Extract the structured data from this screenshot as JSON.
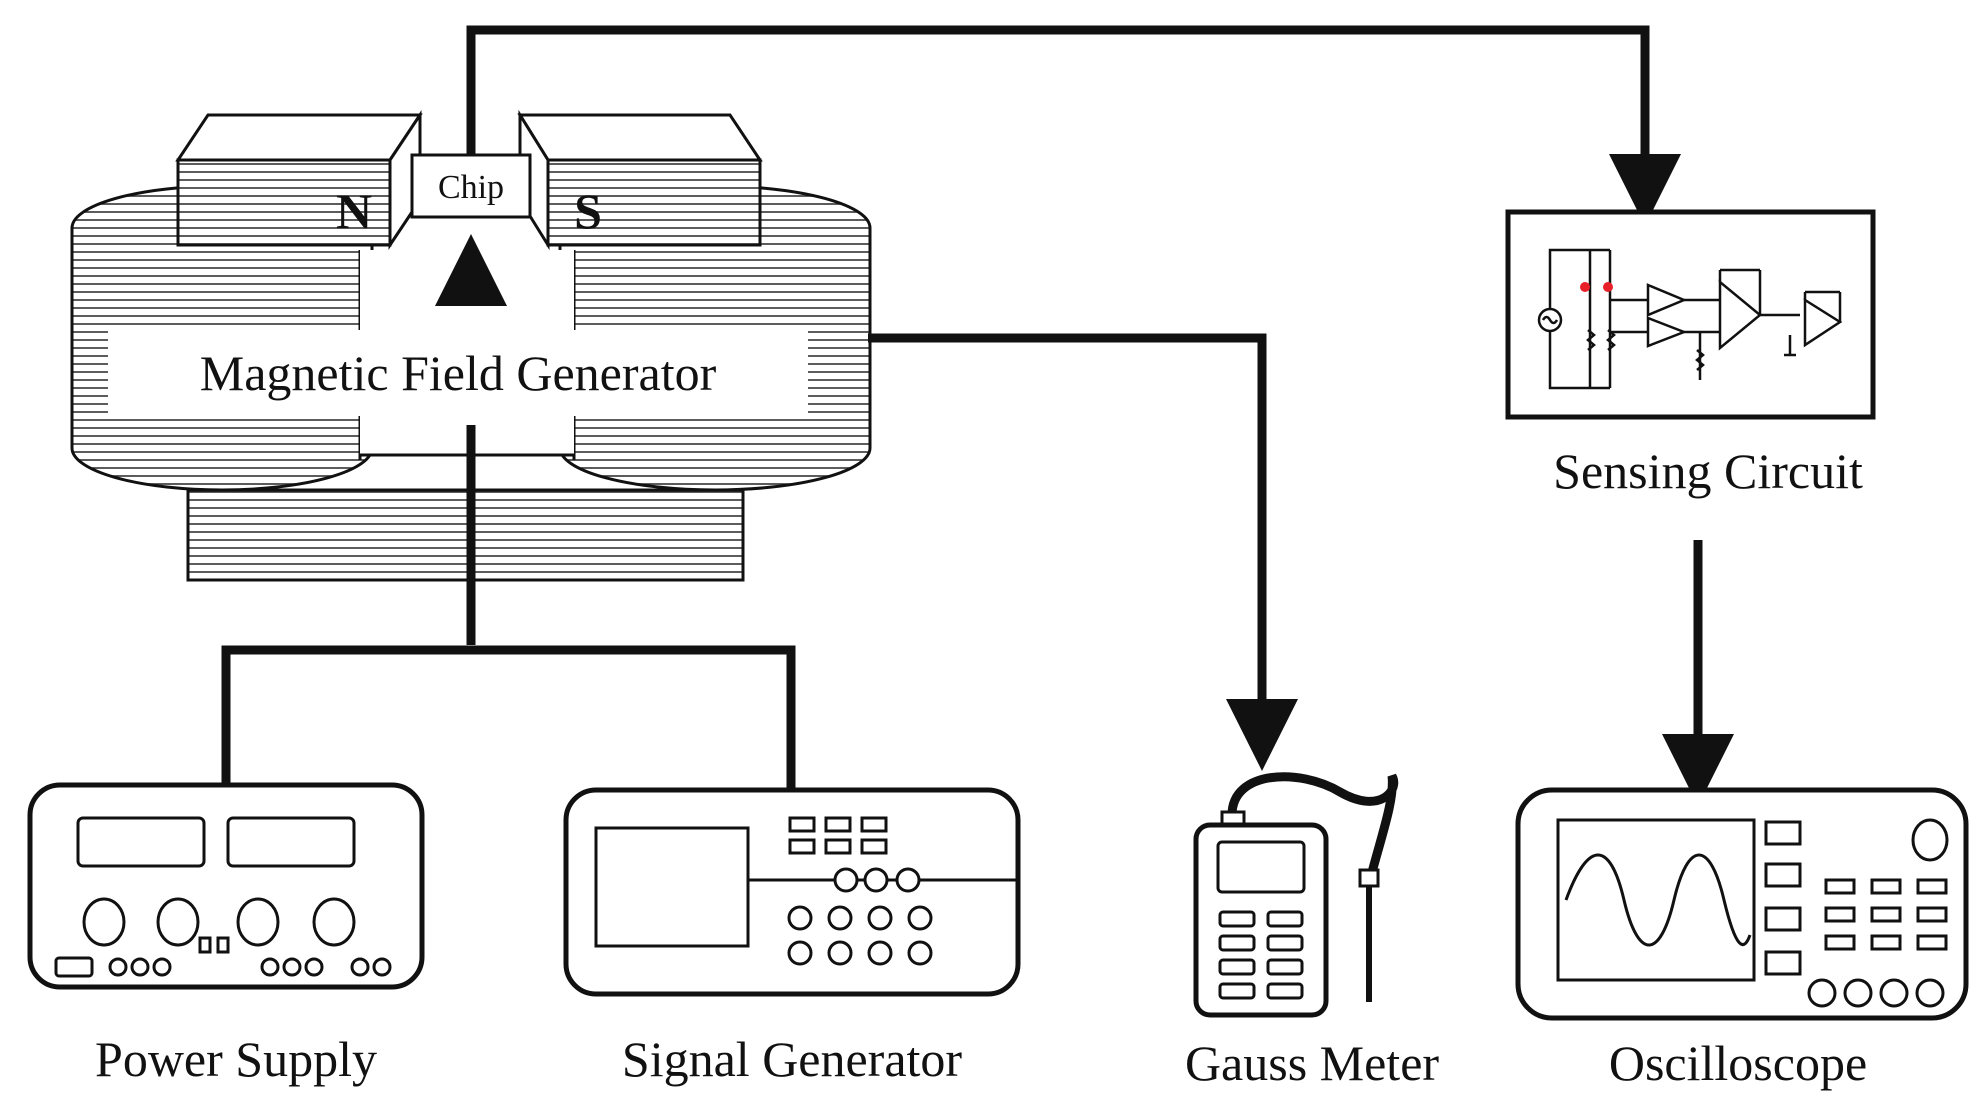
{
  "labels": {
    "chip": "Chip",
    "north": "N",
    "south": "S",
    "magnetic_field_generator": "Magnetic Field Generator",
    "sensing_circuit": "Sensing Circuit",
    "power_supply": "Power Supply",
    "signal_generator": "Signal Generator",
    "gauss_meter": "Gauss Meter",
    "oscilloscope": "Oscilloscope"
  },
  "colors": {
    "ink": "#111111",
    "background": "#ffffff",
    "sensor_marker": "#e8202a"
  },
  "icons": {
    "power_supply": "power-supply-icon",
    "signal_generator": "signal-generator-icon",
    "gauss_meter": "gauss-meter-icon",
    "oscilloscope": "oscilloscope-icon",
    "sensing_circuit": "circuit-schematic-icon"
  }
}
